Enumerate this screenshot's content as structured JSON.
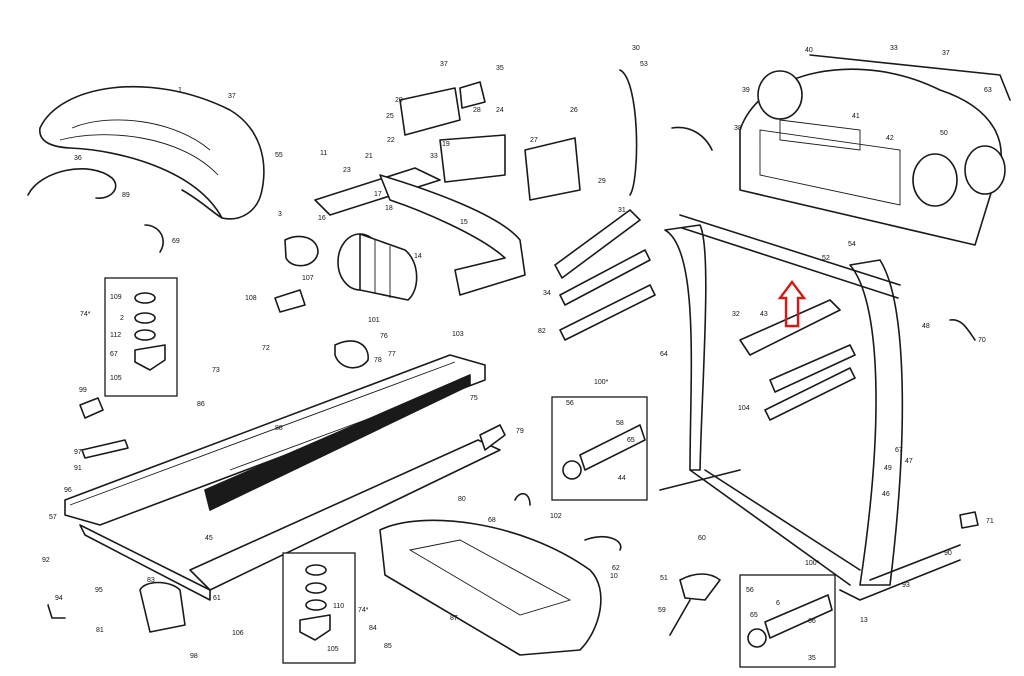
{
  "callouts": [
    {
      "id": "c1",
      "text": "1"
    },
    {
      "id": "c37a",
      "text": "37"
    },
    {
      "id": "c36",
      "text": "36"
    },
    {
      "id": "c89",
      "text": "89"
    },
    {
      "id": "c69",
      "text": "69"
    },
    {
      "id": "c55",
      "text": "55"
    },
    {
      "id": "c3a",
      "text": "3"
    },
    {
      "id": "c11",
      "text": "11"
    },
    {
      "id": "c21",
      "text": "21"
    },
    {
      "id": "c22",
      "text": "22"
    },
    {
      "id": "c23",
      "text": "23"
    },
    {
      "id": "c33a",
      "text": "33"
    },
    {
      "id": "c20",
      "text": "20"
    },
    {
      "id": "c37b",
      "text": "37"
    },
    {
      "id": "c35a",
      "text": "35"
    },
    {
      "id": "c24",
      "text": "24"
    },
    {
      "id": "c25",
      "text": "25"
    },
    {
      "id": "c26",
      "text": "26"
    },
    {
      "id": "c27",
      "text": "27"
    },
    {
      "id": "c29",
      "text": "29"
    },
    {
      "id": "c30",
      "text": "30"
    },
    {
      "id": "c53",
      "text": "53"
    },
    {
      "id": "c40",
      "text": "40"
    },
    {
      "id": "c33b",
      "text": "33"
    },
    {
      "id": "c37c",
      "text": "37"
    },
    {
      "id": "c39",
      "text": "39"
    },
    {
      "id": "c38",
      "text": "38"
    },
    {
      "id": "c41",
      "text": "41"
    },
    {
      "id": "c42",
      "text": "42"
    },
    {
      "id": "c50",
      "text": "50"
    },
    {
      "id": "c63",
      "text": "63"
    },
    {
      "id": "c107",
      "text": "107"
    },
    {
      "id": "c108",
      "text": "108"
    },
    {
      "id": "c74a",
      "text": "74*"
    },
    {
      "id": "c109a",
      "text": "109"
    },
    {
      "id": "c2a",
      "text": "2"
    },
    {
      "id": "c112",
      "text": "112"
    },
    {
      "id": "c67a",
      "text": "67"
    },
    {
      "id": "c105a",
      "text": "105"
    },
    {
      "id": "c101",
      "text": "101"
    },
    {
      "id": "c76",
      "text": "76"
    },
    {
      "id": "c72a",
      "text": "72"
    },
    {
      "id": "c73",
      "text": "73"
    },
    {
      "id": "c86",
      "text": "86"
    },
    {
      "id": "c88",
      "text": "88"
    },
    {
      "id": "c97",
      "text": "97"
    },
    {
      "id": "c103",
      "text": "103"
    },
    {
      "id": "c77",
      "text": "77"
    },
    {
      "id": "c75",
      "text": "75"
    },
    {
      "id": "c79",
      "text": "79"
    },
    {
      "id": "c31",
      "text": "31"
    },
    {
      "id": "c34",
      "text": "34"
    },
    {
      "id": "c82",
      "text": "82"
    },
    {
      "id": "c100a",
      "text": "100*"
    },
    {
      "id": "c56a",
      "text": "56"
    },
    {
      "id": "c58a",
      "text": "58"
    },
    {
      "id": "c65",
      "text": "65"
    },
    {
      "id": "c44a",
      "text": "44"
    },
    {
      "id": "c64",
      "text": "64"
    },
    {
      "id": "c104",
      "text": "104"
    },
    {
      "id": "c43",
      "text": "43"
    },
    {
      "id": "c32",
      "text": "32"
    },
    {
      "id": "c52",
      "text": "52"
    },
    {
      "id": "c48",
      "text": "48"
    },
    {
      "id": "c70",
      "text": "70"
    },
    {
      "id": "c67b",
      "text": "67"
    },
    {
      "id": "c71",
      "text": "71"
    },
    {
      "id": "c47",
      "text": "47"
    },
    {
      "id": "c62",
      "text": "62"
    },
    {
      "id": "c10",
      "text": "10"
    },
    {
      "id": "c51",
      "text": "51"
    },
    {
      "id": "c59",
      "text": "59"
    },
    {
      "id": "c100b",
      "text": "100*"
    },
    {
      "id": "c56b",
      "text": "56"
    },
    {
      "id": "c35b",
      "text": "35"
    },
    {
      "id": "c6",
      "text": "6"
    },
    {
      "id": "c65b",
      "text": "65"
    },
    {
      "id": "c66",
      "text": "66"
    },
    {
      "id": "c13",
      "text": "13"
    },
    {
      "id": "c74b",
      "text": "74*"
    },
    {
      "id": "c110",
      "text": "110"
    },
    {
      "id": "c105b",
      "text": "105"
    },
    {
      "id": "c106",
      "text": "106"
    },
    {
      "id": "c81",
      "text": "81"
    },
    {
      "id": "c83",
      "text": "83"
    },
    {
      "id": "c84",
      "text": "84"
    },
    {
      "id": "c85",
      "text": "85"
    },
    {
      "id": "c98",
      "text": "98"
    },
    {
      "id": "c57",
      "text": "57"
    },
    {
      "id": "c92",
      "text": "92"
    },
    {
      "id": "c95",
      "text": "95"
    },
    {
      "id": "c94",
      "text": "94"
    },
    {
      "id": "c91",
      "text": "91"
    },
    {
      "id": "c99",
      "text": "99"
    },
    {
      "id": "c96",
      "text": "96"
    },
    {
      "id": "c45",
      "text": "45"
    },
    {
      "id": "c61",
      "text": "61"
    },
    {
      "id": "c80",
      "text": "80"
    },
    {
      "id": "c87",
      "text": "87"
    },
    {
      "id": "c68",
      "text": "68"
    },
    {
      "id": "c102",
      "text": "102"
    },
    {
      "id": "c54",
      "text": "54"
    },
    {
      "id": "c60",
      "text": "60"
    },
    {
      "id": "c93",
      "text": "93"
    },
    {
      "id": "c90",
      "text": "90"
    },
    {
      "id": "c78",
      "text": "78"
    },
    {
      "id": "c49",
      "text": "49"
    },
    {
      "id": "c46",
      "text": "46"
    },
    {
      "id": "c28",
      "text": "28"
    },
    {
      "id": "c19",
      "text": "19"
    },
    {
      "id": "c16",
      "text": "16"
    },
    {
      "id": "c17",
      "text": "17"
    },
    {
      "id": "c18",
      "text": "18"
    },
    {
      "id": "c14",
      "text": "14"
    },
    {
      "id": "c15",
      "text": "15"
    }
  ],
  "highlight": {
    "color": "#d11a1a",
    "points_to": "40"
  }
}
